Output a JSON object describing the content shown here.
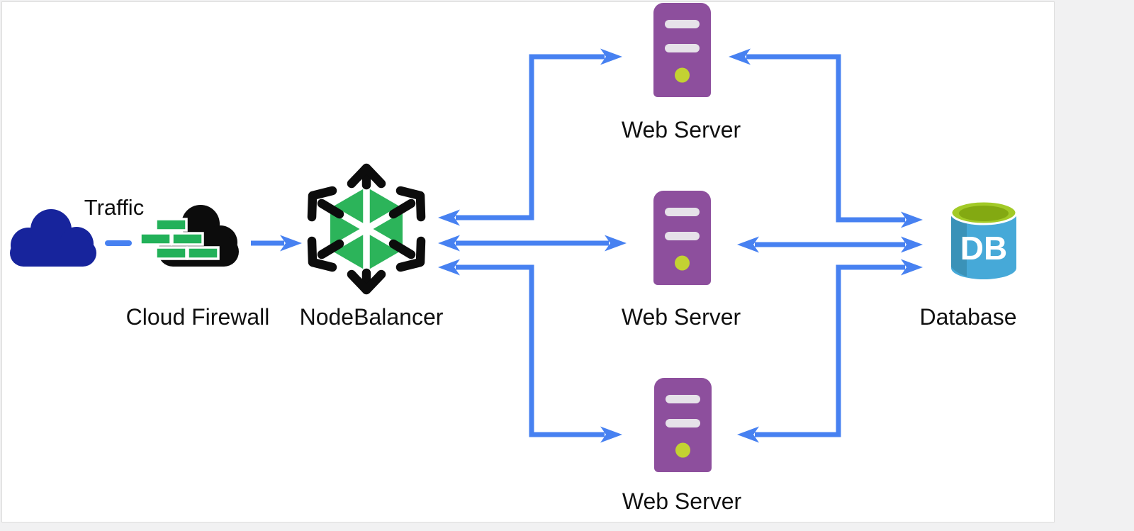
{
  "nodes": {
    "traffic": {
      "label": "Traffic"
    },
    "firewall": {
      "label": "Cloud Firewall"
    },
    "nodebalancer": {
      "label": "NodeBalancer"
    },
    "web_server_1": {
      "label": "Web Server"
    },
    "web_server_2": {
      "label": "Web Server"
    },
    "web_server_3": {
      "label": "Web Server"
    },
    "database": {
      "label": "Database",
      "badge": "DB"
    }
  },
  "colors": {
    "arrow": "#4781f1",
    "traffic_cloud": "#17249c",
    "ink_black": "#0c0c0c",
    "brick_green": "#22b159",
    "balancer_green": "#2cb45a",
    "server_purple": "#8d4f9d",
    "server_slot": "#e6e2e9",
    "server_led": "#c3d232",
    "db_body": "#46a9d8",
    "db_shade": "#3a92b8",
    "db_top_outer": "#a2ca27",
    "db_top_inner": "#83a912",
    "label": "#101010",
    "canvas_bg": "#ffffff",
    "page_bg": "#f1f1f2",
    "border": "#dcdcdc"
  }
}
